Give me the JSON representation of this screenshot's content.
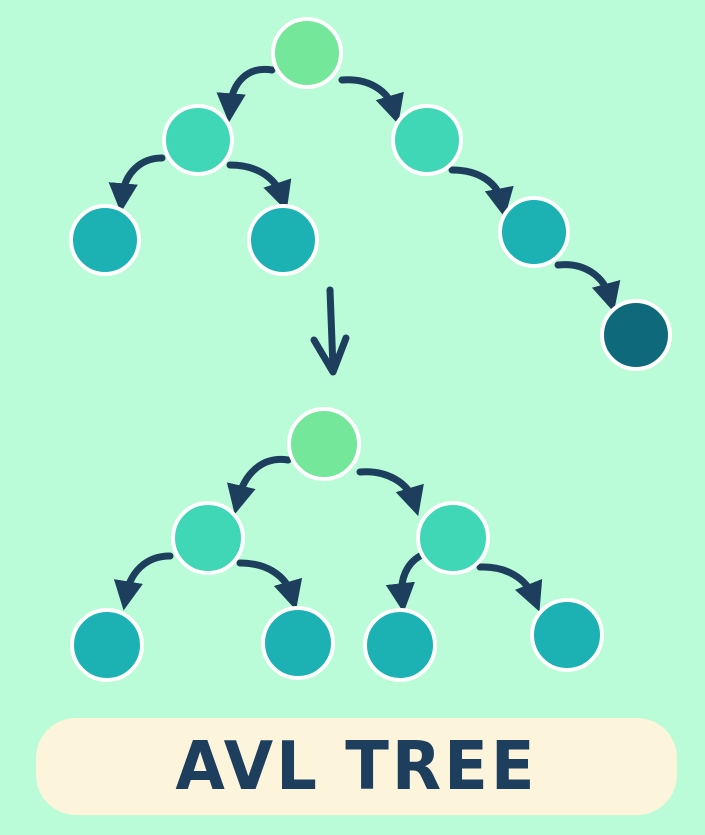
{
  "title": "AVL TREE",
  "colors": {
    "background": "#b9fcd7",
    "arrow": "#1d3f5d",
    "root": "#74e79a",
    "level1": "#3fd7b5",
    "level2": "#1cb2b4",
    "level3": "#0e6a7a",
    "title_box": "#fcf5dc"
  },
  "before_tree": {
    "description_nodes": [
      "root",
      "left",
      "right",
      "left-left",
      "left-right",
      "right-right",
      "right-right-right"
    ]
  },
  "after_tree": {
    "description_nodes": [
      "root",
      "left",
      "right",
      "left-left",
      "left-right",
      "right-left",
      "right-right"
    ]
  }
}
